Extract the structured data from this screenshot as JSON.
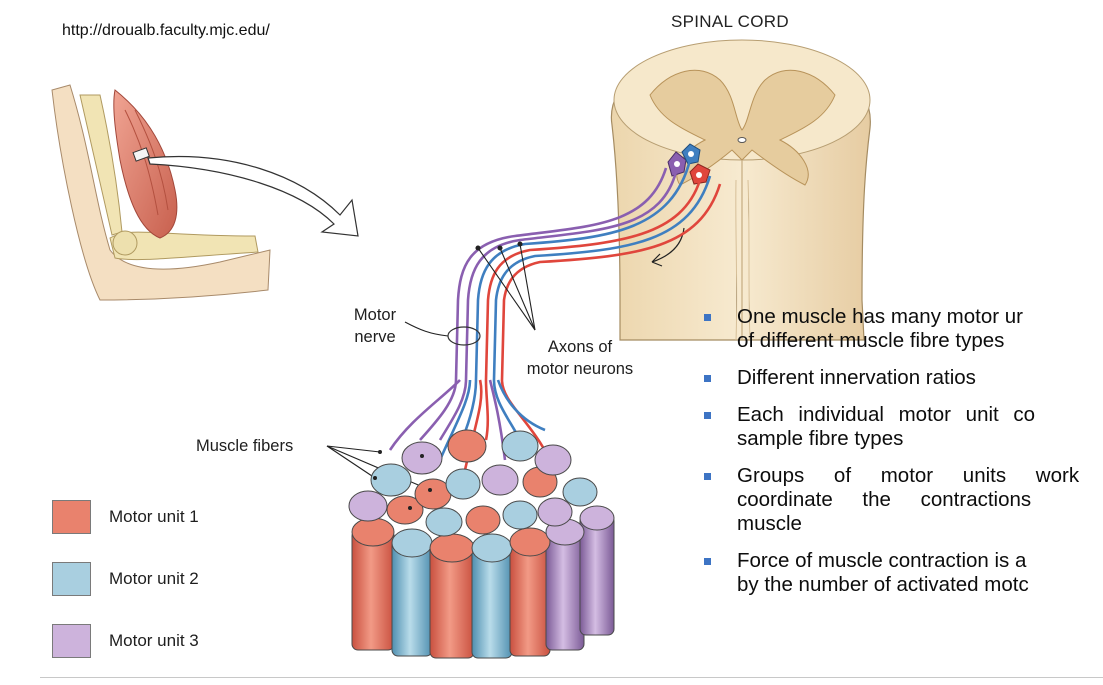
{
  "source_url": "http://droualb.faculty.mjc.edu/",
  "diagram": {
    "spinal_cord_label": "SPINAL CORD",
    "motor_nerve_label_line1": "Motor",
    "motor_nerve_label_line2": "nerve",
    "axons_label_line1": "Axons of",
    "axons_label_line2": "motor neurons",
    "muscle_fibers_label": "Muscle fibers"
  },
  "legend": [
    {
      "label": "Motor unit 1",
      "color": "#e9826d"
    },
    {
      "label": "Motor unit 2",
      "color": "#a9cfe0"
    },
    {
      "label": "Motor unit 3",
      "color": "#cdb3dc"
    }
  ],
  "bullets": {
    "color": "#3d74c4",
    "items": [
      {
        "line1": "One muscle has many motor ur",
        "line2": "of different muscle fibre types"
      },
      {
        "line1": "Different innervation ratios",
        "line2": ""
      },
      {
        "line1": "Each individual motor unit co",
        "line2": "sample fibre types"
      },
      {
        "line1": "Groups of motor units work",
        "line2": "coordinate the contractions",
        "line3": "muscle"
      },
      {
        "line1": "Force of muscle contraction is a",
        "line2": "by the number of activated motc"
      }
    ]
  },
  "colors": {
    "red_fiber": "#e9826d",
    "blue_fiber": "#a9cfe0",
    "purple_fiber": "#cdb3dc",
    "spinal_tissue": "#f3e3c3",
    "grey_matter": "#e6cc9e",
    "muscle": "#e38a78",
    "bone": "#f1e4b4"
  }
}
